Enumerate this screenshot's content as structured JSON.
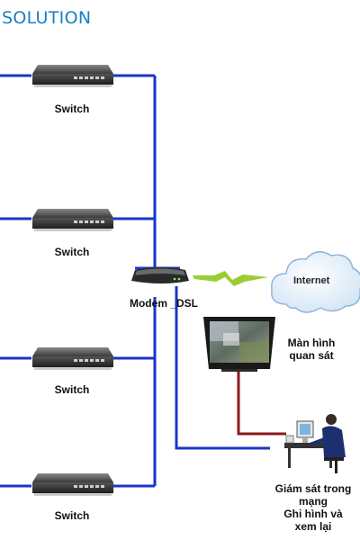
{
  "heading": "SOLUTION",
  "switches": [
    {
      "label": "Switch"
    },
    {
      "label": "Switch"
    },
    {
      "label": "Switch"
    },
    {
      "label": "Switch"
    }
  ],
  "modem": {
    "label": "Modem _DSL"
  },
  "cloud": {
    "label": "Internet"
  },
  "monitor": {
    "label_line1": "Màn hình",
    "label_line2": "quan sát"
  },
  "operator": {
    "line1": "Giám sát trong",
    "line2": "mạng",
    "line3": "Ghi hình và",
    "line4": "xem lại"
  },
  "colors": {
    "network_line": "#1a35c8",
    "video_line": "#8b1a1a",
    "wireless_bolt": "#9acd32",
    "heading": "#1a7fbf"
  }
}
